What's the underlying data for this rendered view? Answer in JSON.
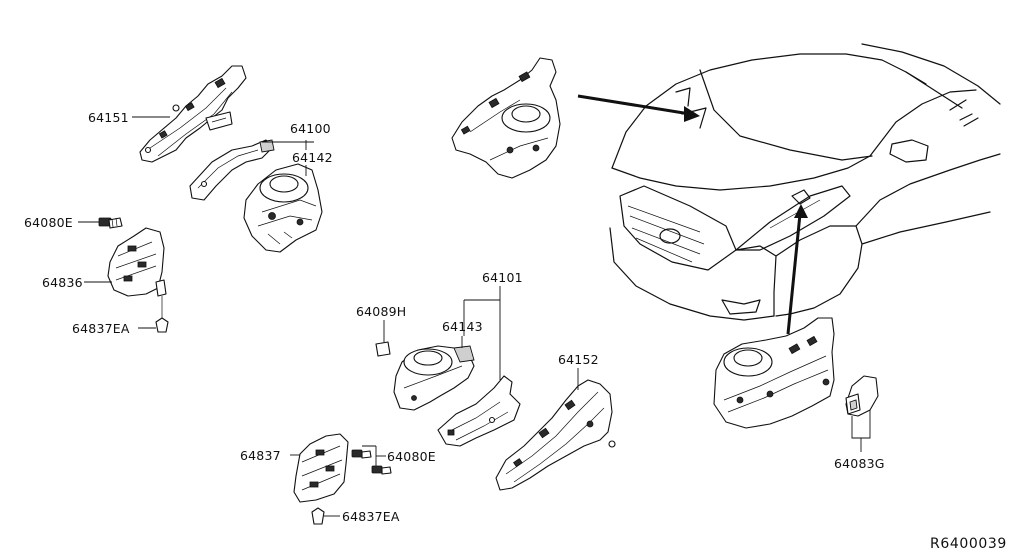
{
  "diagram": {
    "labels": {
      "p64151": "64151",
      "p64100": "64100",
      "p64142": "64142",
      "p64080e_top": "64080E",
      "p64836": "64836",
      "p64837ea_top": "64837EA",
      "p64101": "64101",
      "p64089h": "64089H",
      "p64143": "64143",
      "p64152": "64152",
      "p64837": "64837",
      "p64080e_bottom": "64080E",
      "p64837ea_bottom": "64837EA",
      "p64083g": "64083G"
    },
    "reference_code": "R6400039"
  }
}
